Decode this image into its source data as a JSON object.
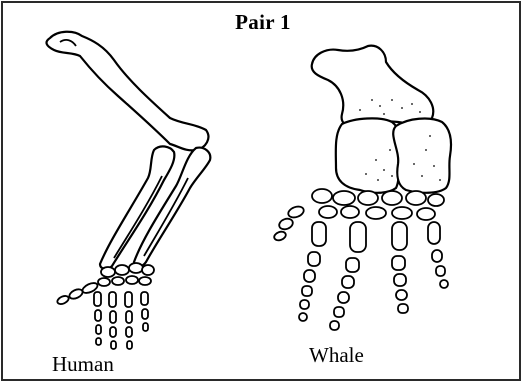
{
  "title": "Pair 1",
  "labels": {
    "left": "Human",
    "right": "Whale"
  }
}
